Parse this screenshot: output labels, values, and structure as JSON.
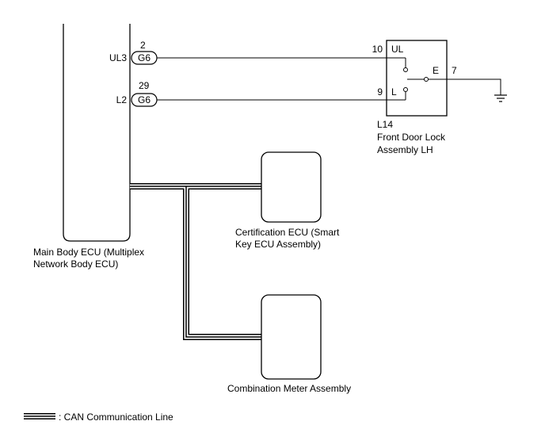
{
  "main_ecu": {
    "label_line1": "Main Body ECU (Multiplex",
    "label_line2": "Network Body ECU)",
    "pins": [
      {
        "signal": "UL3",
        "pin": "2",
        "connector": "G6"
      },
      {
        "signal": "L2",
        "pin": "29",
        "connector": "G6"
      }
    ]
  },
  "door_lock": {
    "code": "L14",
    "label_line1": "Front Door Lock",
    "label_line2": "Assembly LH",
    "terminals": {
      "ul": {
        "pin": "10",
        "name": "UL"
      },
      "l": {
        "pin": "9",
        "name": "L"
      },
      "e": {
        "pin": "7",
        "name": "E"
      }
    }
  },
  "certification_ecu": {
    "label_line1": "Certification ECU (Smart",
    "label_line2": "Key ECU Assembly)"
  },
  "combination_meter": {
    "label": "Combination Meter Assembly"
  },
  "legend": {
    "can_line": ": CAN Communication Line"
  }
}
